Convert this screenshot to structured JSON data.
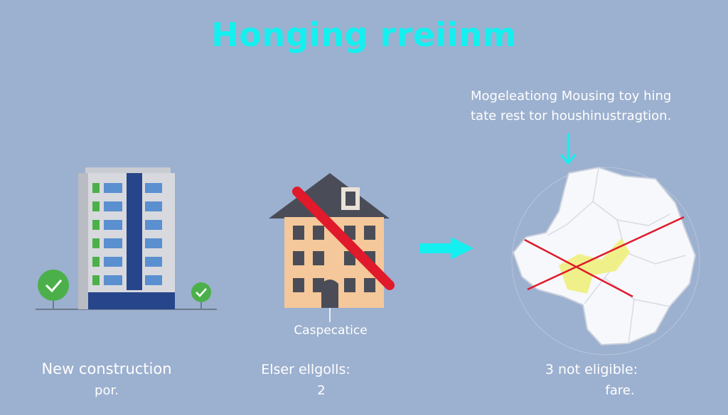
{
  "title": "Honging rreiinm",
  "note": {
    "line1": "Mogeleationg Mousing toy hing",
    "line2": "tate rest tor houshinustragtion."
  },
  "building_label": "Caspecatice",
  "captions": [
    {
      "heading": "New construction",
      "sub": "por."
    },
    {
      "heading": "Elser ellgolls:",
      "sub": "2"
    },
    {
      "heading": "3 not eligible:",
      "sub": "fare."
    }
  ],
  "colors": {
    "background": "#9cb0cf",
    "accent": "#14f0f0",
    "cross": "#e0192b",
    "check": "#4cb04a",
    "highlight_region": "#f0f08a"
  },
  "icons": [
    "check-circle-icon",
    "down-arrow-icon",
    "right-arrow-icon",
    "cross-icon"
  ]
}
